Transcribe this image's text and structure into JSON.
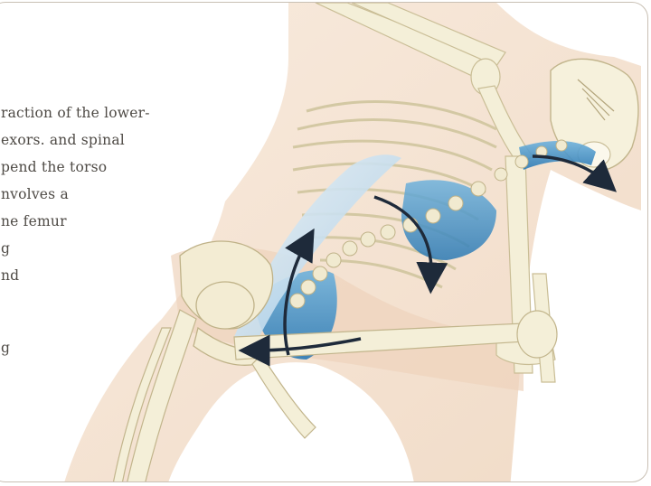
{
  "caption": {
    "lines": [
      "raction of the lower-",
      "exors. and spinal",
      "pend the torso",
      "nvolves a",
      "ne femur",
      "g",
      "nd",
      "",
      "g"
    ]
  },
  "illustration": {
    "subject": "skeleton-in-twisted-forward-bend",
    "arrow_color": "#1e2a3a",
    "muscle_color": "#3f8fc4",
    "skin_color": "#efd7c0",
    "bone_color": "#f4efd8"
  }
}
